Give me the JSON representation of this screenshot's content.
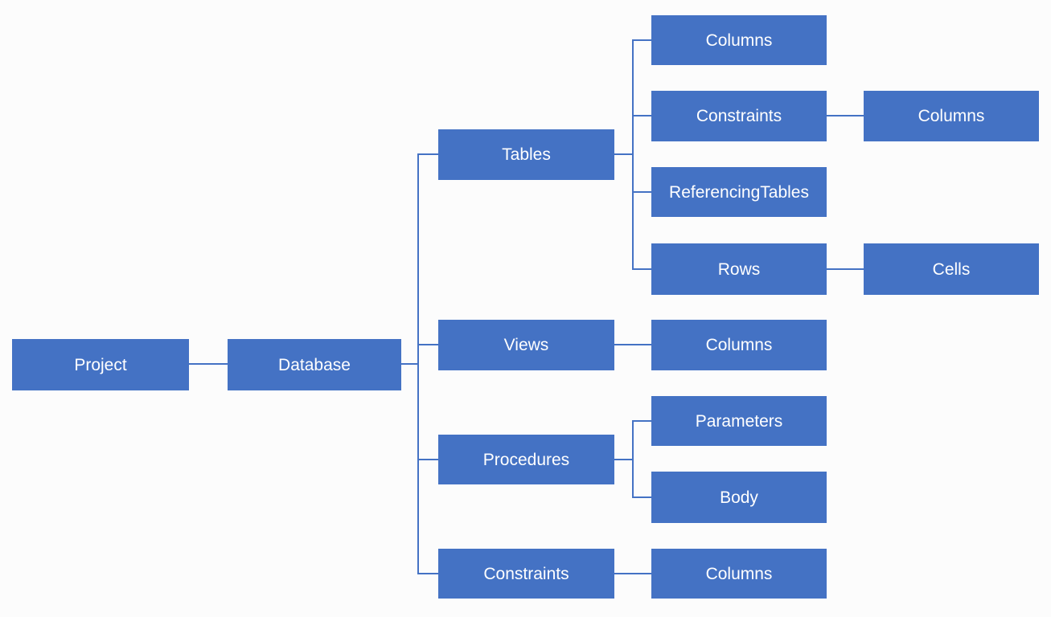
{
  "diagram": {
    "type": "hierarchy-tree",
    "orientation": "left-to-right",
    "colors": {
      "node_fill": "#4472C4",
      "node_text": "#FFFFFF",
      "connector": "#4472C4",
      "background": "#FCFCFC"
    },
    "nodes": {
      "project": {
        "label": "Project"
      },
      "database": {
        "label": "Database"
      },
      "tables": {
        "label": "Tables"
      },
      "views": {
        "label": "Views"
      },
      "procedures": {
        "label": "Procedures"
      },
      "constraints": {
        "label": "Constraints"
      },
      "tables_columns": {
        "label": "Columns"
      },
      "tables_constraints": {
        "label": "Constraints"
      },
      "referencing_tables": {
        "label": "ReferencingTables"
      },
      "rows": {
        "label": "Rows"
      },
      "views_columns": {
        "label": "Columns"
      },
      "parameters": {
        "label": "Parameters"
      },
      "body": {
        "label": "Body"
      },
      "constraints_columns": {
        "label": "Columns"
      },
      "tables_constraints_columns": {
        "label": "Columns"
      },
      "cells": {
        "label": "Cells"
      }
    },
    "edges": [
      [
        "project",
        "database"
      ],
      [
        "database",
        "tables"
      ],
      [
        "database",
        "views"
      ],
      [
        "database",
        "procedures"
      ],
      [
        "database",
        "constraints"
      ],
      [
        "tables",
        "tables_columns"
      ],
      [
        "tables",
        "tables_constraints"
      ],
      [
        "tables",
        "referencing_tables"
      ],
      [
        "tables",
        "rows"
      ],
      [
        "tables_constraints",
        "tables_constraints_columns"
      ],
      [
        "rows",
        "cells"
      ],
      [
        "views",
        "views_columns"
      ],
      [
        "procedures",
        "parameters"
      ],
      [
        "procedures",
        "body"
      ],
      [
        "constraints",
        "constraints_columns"
      ]
    ]
  }
}
